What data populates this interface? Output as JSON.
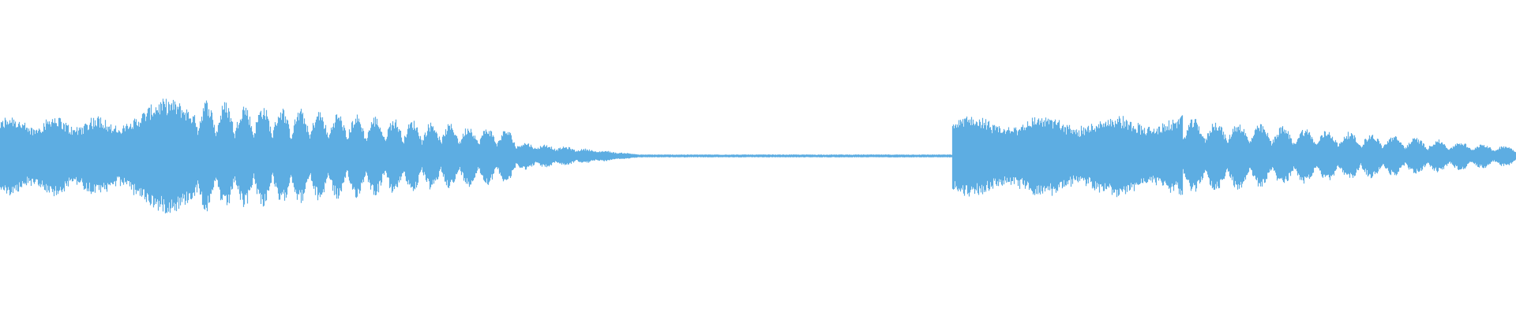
{
  "waveform": {
    "color": "#5dade2",
    "background": "#ffffff",
    "segments": [
      {
        "start": 0.0,
        "end": 0.09,
        "kind": "dense",
        "amp": 0.11
      },
      {
        "start": 0.09,
        "end": 0.13,
        "kind": "dense-bulge",
        "amp": 0.13
      },
      {
        "start": 0.13,
        "end": 0.34,
        "kind": "pulsed",
        "amp": 0.15
      },
      {
        "start": 0.34,
        "end": 0.42,
        "kind": "fading",
        "amp": 0.035
      },
      {
        "start": 0.42,
        "end": 0.628,
        "kind": "near-silent",
        "amp": 0.004
      },
      {
        "start": 0.628,
        "end": 0.78,
        "kind": "dense",
        "amp": 0.11
      },
      {
        "start": 0.78,
        "end": 1.0,
        "kind": "pulsed-decay",
        "amp": 0.1
      }
    ]
  }
}
